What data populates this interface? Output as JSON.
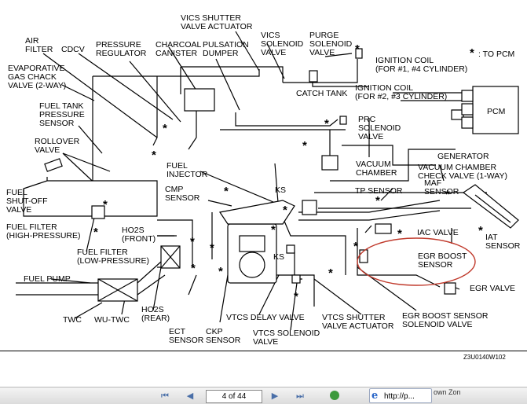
{
  "legend": {
    "symbol": "*",
    "text": ": TO PCM"
  },
  "labels": {
    "air_filter": [
      "AIR",
      "FILTER"
    ],
    "cdcv": "CDCV",
    "pressure_regulator": [
      "PRESSURE",
      "REGULATOR"
    ],
    "charcoal_canister": [
      "CHARCOAL",
      "CANISTER"
    ],
    "pulsation_dumper": [
      "PULSATION",
      "DUMPER"
    ],
    "vics_shutter_actuator": [
      "VICS SHUTTER",
      "VALVE ACTUATOR"
    ],
    "vics_solenoid": [
      "VICS",
      "SOLENOID",
      "VALVE"
    ],
    "purge_solenoid": [
      "PURGE",
      "SOLENOID",
      "VALVE"
    ],
    "catch_tank": "CATCH TANK",
    "ignition_coil_1_4": [
      "IGNITION COIL",
      "(FOR #1, #4 CYLINDER)"
    ],
    "ignition_coil_2_3": [
      "IGNITION COIL",
      "(FOR #2, #3 CYLINDER)"
    ],
    "pcm": "PCM",
    "evaporative_check_valve": [
      "EVAPORATIVE",
      "GAS CHACK",
      "VALVE (2-WAY)"
    ],
    "fuel_tank_pressure_sensor": [
      "FUEL TANK",
      "PRESSURE",
      "SENSOR"
    ],
    "prc_solenoid": [
      "PRC",
      "SOLENOID",
      "VALVE"
    ],
    "rollover_valve": [
      "ROLLOVER",
      "VALVE"
    ],
    "generator": "GENERATOR",
    "vacuum_chamber_check_valve": [
      "VACUUM CHAMBER",
      "CHECK VALVE (1-WAY)"
    ],
    "fuel_injector": [
      "FUEL",
      "INJECTOR"
    ],
    "vacuum_chamber": [
      "VACUUM",
      "CHAMBER"
    ],
    "maf_sensor": [
      "MAF",
      "SENSOR"
    ],
    "cmp_sensor": [
      "CMP",
      "SENSOR"
    ],
    "ks": "KS",
    "tp_sensor": "TP SENSOR",
    "fuel_shutoff_valve": [
      "FUEL",
      "SHUT-OFF",
      "VALVE"
    ],
    "fuel_filter_high": [
      "FUEL FILTER",
      "(HIGH-PRESSURE)"
    ],
    "fuel_filter_low": [
      "FUEL FILTER",
      "(LOW-PRESSURE)"
    ],
    "ho2s_front": [
      "HO2S",
      "(FRONT)"
    ],
    "iac_valve": "IAC VALVE",
    "iat_sensor": [
      "IAT",
      "SENSOR"
    ],
    "egr_boost_sensor": [
      "EGR BOOST",
      "SENSOR"
    ],
    "fuel_pump": "FUEL PUMP",
    "egr_valve": "EGR VALVE",
    "twc": "TWC",
    "wu_twc": "WU-TWC",
    "ho2s_rear": [
      "HO2S",
      "(REAR)"
    ],
    "vtcs_delay_valve": "VTCS DELAY VALVE",
    "vtcs_shutter_actuator": [
      "VTCS SHUTTER",
      "VALVE ACTUATOR"
    ],
    "egr_boost_solenoid": [
      "EGR BOOST SENSOR",
      "SOLENOID VALVE"
    ],
    "ect_sensor": [
      "ECT",
      "SENSOR"
    ],
    "ckp_sensor": [
      "CKP",
      "SENSOR"
    ],
    "vtcs_solenoid": [
      "VTCS SOLENOID",
      "VALVE"
    ]
  },
  "figure_code": "Z3U0140W102",
  "viewer": {
    "page_indicator": "4 of 44",
    "nav_first": "⏮",
    "nav_prev": "◀",
    "nav_next": "▶",
    "nav_last": "⏭",
    "url_text": "http://p...",
    "tail_text": "own Zon"
  },
  "colors": {
    "highlight": "#c0392b",
    "line": "#000000"
  }
}
